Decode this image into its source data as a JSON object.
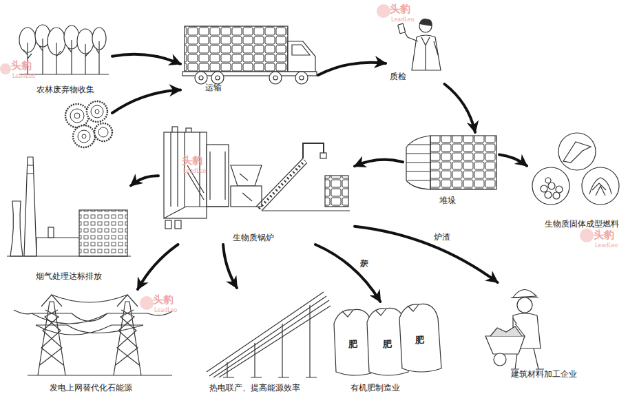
{
  "diagram": {
    "nodes": [
      {
        "text": [
          "农林废弃物收集"
        ]
      },
      {
        "text": [
          "运输"
        ]
      },
      {
        "text": [
          "质检"
        ]
      },
      {
        "text": [
          "堆垛"
        ]
      },
      {
        "text": [
          "生物质固体成型燃料"
        ]
      },
      {
        "text": [
          "生物质锅炉"
        ]
      },
      {
        "text": [
          "烟气处理达标排放"
        ]
      },
      {
        "text": [
          "发电上网替代化石能源"
        ]
      },
      {
        "text": [
          "热电联产、提高能源效率"
        ]
      },
      {
        "text": [
          "有机肥制造业"
        ]
      },
      {
        "text": [
          "建筑材料加工企业"
        ]
      }
    ],
    "edges": [
      {
        "from": 0,
        "to": 1,
        "arrow": "to"
      },
      {
        "from": 0,
        "to": 1,
        "arrow": "to"
      },
      {
        "from": 1,
        "to": 2,
        "arrow": "to"
      },
      {
        "from": 2,
        "to": 3,
        "arrow": "to"
      },
      {
        "from": 3,
        "to": 5,
        "arrow": "to"
      },
      {
        "from": 3,
        "to": 4,
        "arrow": "to"
      },
      {
        "from": 5,
        "to": 6,
        "arrow": "to"
      },
      {
        "from": 5,
        "to": 7,
        "arrow": "to"
      },
      {
        "from": 5,
        "to": 8,
        "arrow": "to"
      },
      {
        "from": 5,
        "to": 9,
        "label": "炉灰",
        "arrow": "to"
      },
      {
        "from": 5,
        "to": 10,
        "label": "炉渣",
        "arrow": "to"
      }
    ],
    "labels": [
      "肥",
      "肥",
      "肥",
      "头豹",
      "LeadLeo",
      "头豹",
      "LeadLeo",
      "头豹",
      "LeadLeo",
      "头豹",
      "LeadLeo",
      "头豹",
      "LeadLeo"
    ]
  }
}
